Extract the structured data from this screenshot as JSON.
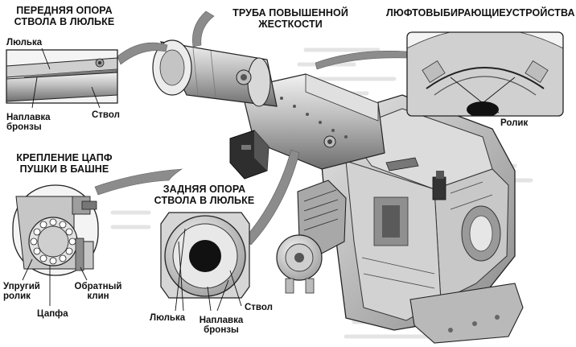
{
  "front_support": {
    "title_lines": [
      "ПЕРЕДНЯЯ ОПОРА",
      "СТВОЛА В ЛЮЛЬКЕ"
    ],
    "labels": {
      "cradle": "Люлька",
      "bronze_lines": [
        "Наплавка",
        "бронзы"
      ],
      "barrel": "Ствол"
    }
  },
  "rigid_tube": {
    "title_lines": [
      "ТРУБА ПОВЫШЕННОЙ",
      "ЖЕСТКОСТИ"
    ]
  },
  "backlash": {
    "title": "ЛЮФТОВЫБИРАЮЩИЕУСТРОЙСТВА",
    "labels": {
      "roller": "Ролик"
    }
  },
  "trunnion_mount": {
    "title_lines": [
      "КРЕПЛЕНИЕ ЦАПФ",
      "ПУШКИ В БАШНЕ"
    ],
    "labels": {
      "elastic_roller_lines": [
        "Упругий",
        "ролик"
      ],
      "reverse_wedge_lines": [
        "Обратный",
        "клин"
      ],
      "trunnion": "Цапфа"
    }
  },
  "rear_support": {
    "title_lines": [
      "ЗАДНЯЯ ОПОРА",
      "СТВОЛА В ЛЮЛЬКЕ"
    ],
    "labels": {
      "cradle": "Люлька",
      "bronze_lines": [
        "Наплавка",
        "бронзы"
      ],
      "barrel": "Ствол"
    }
  },
  "colors": {
    "ink": "#111111",
    "panel": "#f4f4f4",
    "metal_light": "#d9d9d9",
    "metal_mid": "#a9a9a9",
    "metal_dark": "#555555",
    "pointer_fill": "#8c8c8c",
    "bg_text": "#bdbdbd"
  }
}
